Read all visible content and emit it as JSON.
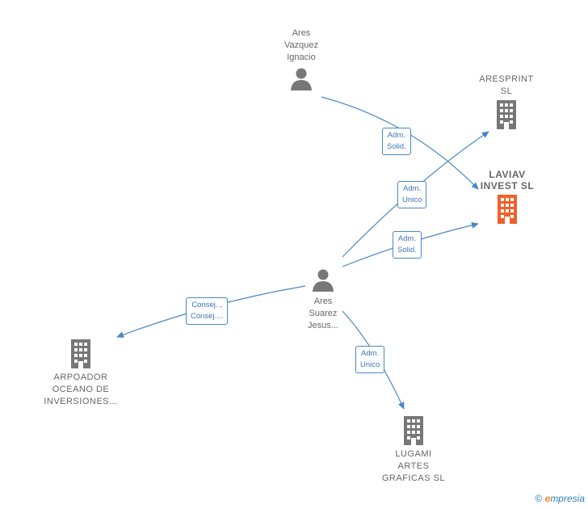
{
  "colors": {
    "edge": "#4a86c8",
    "person": "#777777",
    "company": "#777777",
    "main_company": "#f0602a",
    "label": "#666666"
  },
  "persons": {
    "ares_vazquez": {
      "name": "Ares\nVazquez\nIgnacio",
      "icon": "person-icon"
    },
    "ares_suarez": {
      "name": "Ares\nSuarez\nJesus...",
      "icon": "person-icon"
    }
  },
  "companies": {
    "aresprint": {
      "name": "ARESPRINT\nSL",
      "icon": "building-icon"
    },
    "laviav": {
      "name": "LAVIAV\nINVEST  SL",
      "icon": "building-icon"
    },
    "arpoador": {
      "name": "ARPOADOR\nOCEANO DE\nINVERSIONES...",
      "icon": "building-icon"
    },
    "lugami": {
      "name": "LUGAMI\nARTES\nGRAFICAS  SL",
      "icon": "building-icon"
    }
  },
  "relations": {
    "vazquez_laviav": "Adm.\nSolid.",
    "suarez_aresprint": "Adm.\nUnico",
    "suarez_laviav": "Adm.\nSolid.",
    "suarez_arpoador": "Consej. ,\nConsej....",
    "suarez_lugami": "Adm.\nUnico"
  },
  "footer": {
    "copyright": "©",
    "brand_initial": "e",
    "brand_rest": "mpresia"
  }
}
